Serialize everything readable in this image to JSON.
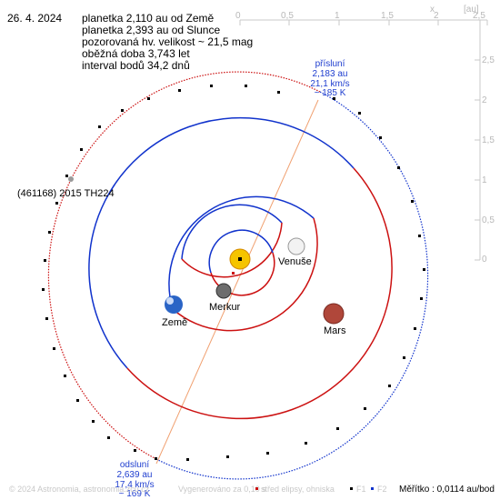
{
  "header": {
    "date": "26. 4. 2024",
    "lines": [
      "planetka 2,110 au od Země",
      "planetka 2,393 au od Slunce",
      "pozorovaná hv. velikost ~ 21,5 mag",
      "oběžná doba 3,743 let",
      "interval bodů 34,2 dnů"
    ]
  },
  "asteroid_label": "(461168) 2015 TH224",
  "perihelion": {
    "title": "přísluní",
    "distance": "2,183 au",
    "speed": "21,1 km/s",
    "temp": "~ 185 K"
  },
  "aphelion": {
    "title": "odsluní",
    "distance": "2,639 au",
    "speed": "17,4 km/s",
    "temp": "~ 169 K"
  },
  "planets": {
    "venus": "Venuše",
    "mercury": "Merkur",
    "earth": "Země",
    "mars": "Mars"
  },
  "axes": {
    "x_ticks": [
      "0",
      "0,5",
      "1",
      "1,5",
      "2",
      "2,5"
    ],
    "y_ticks": [
      "2,5",
      "2",
      "1,5",
      "1",
      "0,5",
      "0"
    ],
    "x_label": "x",
    "unit": "[au]"
  },
  "footer": {
    "copyright": "© 2024 Astronomia, astronomia.zcu.cz",
    "generated": "Vygenerováno za 0,10 s",
    "legend_center": "střed elipsy, ohniska",
    "legend_f1": "F1",
    "legend_f2": "F2",
    "scale": "Měřítko : 0,0114 au/bod"
  },
  "colors": {
    "asteroid_orbit_near": "#cc1111",
    "asteroid_orbit_far": "#1133cc",
    "earth_orbit": "#1133cc",
    "mars_orbit_near": "#cc1111",
    "apsis_line": "#f0a070",
    "sun": "#f5c400"
  }
}
